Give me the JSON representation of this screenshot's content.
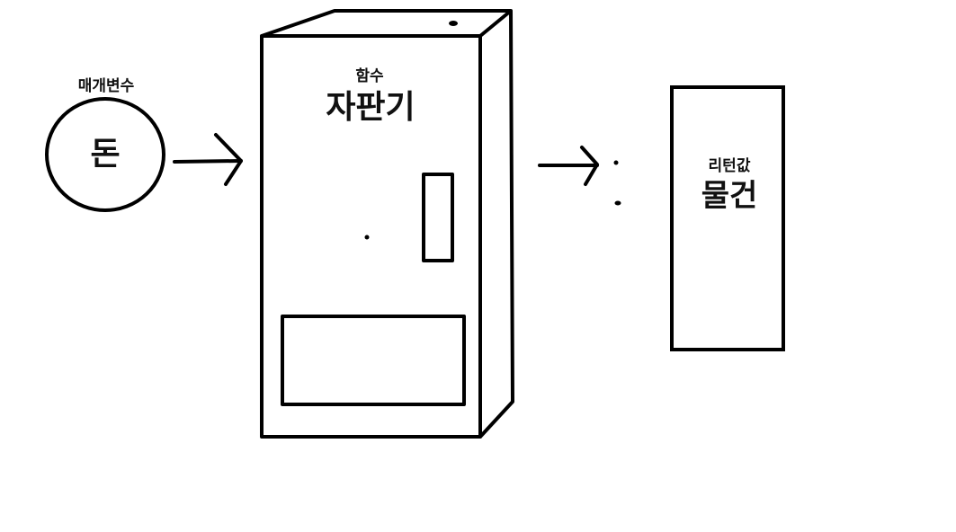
{
  "parameter": {
    "caption": "매개변수",
    "value": "돈"
  },
  "function": {
    "caption": "함수",
    "name": "자판기"
  },
  "return_value": {
    "caption": "리턴값",
    "value": "물건"
  },
  "colors": {
    "stroke": "#000000",
    "background": "#ffffff",
    "text": "#111111"
  }
}
